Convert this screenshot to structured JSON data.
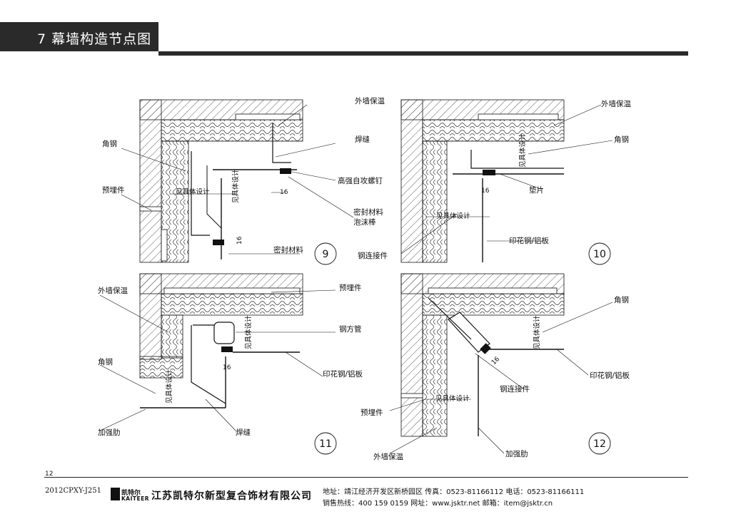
{
  "header": {
    "title": "7 幕墙构造节点图"
  },
  "details": [
    {
      "number": "9",
      "labels": {
        "angle_steel": "角钢",
        "embedded_part": "预埋件",
        "see_design": "见具体设计",
        "see_design_v": "见具体设计",
        "exterior_insulation": "外墙保温",
        "weld": "焊缝",
        "self_tapping_screw": "高强自攻螺钉",
        "sealant_foam": "密封材料",
        "foam_rod": "泡沫棒",
        "sealant": "密封材料",
        "dim_a": "16",
        "dim_b": "16"
      }
    },
    {
      "number": "10",
      "labels": {
        "exterior_insulation": "外墙保温",
        "angle_steel": "角钢",
        "see_design_v": "见具体设计",
        "spacer": "垫片",
        "see_design": "见具体设计",
        "pressed_panel": "印花钢/铝板",
        "steel_connector": "钢连接件",
        "dim_a": "16"
      }
    },
    {
      "number": "11",
      "labels": {
        "exterior_insulation": "外墙保温",
        "embedded_part": "预埋件",
        "steel_tube": "钢方管",
        "see_design_v": "见具体设计",
        "pressed_panel": "印花钢/铝板",
        "angle_steel": "角钢",
        "see_design_v2": "见具体设计",
        "stiffener": "加强肋",
        "weld": "焊缝",
        "dim_a": "16"
      }
    },
    {
      "number": "12",
      "labels": {
        "angle_steel": "角钢",
        "see_design_v": "见具体设计",
        "pressed_panel": "印花钢/铝板",
        "steel_connector": "钢连接件",
        "see_design": "见具体设计",
        "embedded_part": "预埋件",
        "exterior_insulation": "外墙保温",
        "stiffener": "加强肋",
        "dim_a": "16"
      }
    }
  ],
  "footer": {
    "page_number": "12",
    "code": "2012CPXY-J251",
    "logo_cn": "凯特尔",
    "logo_en": "KAITEER",
    "company": "江苏凯特尔新型复合饰材有限公司",
    "address": "地址：靖江经济开发区新桥园区    传真：0523-81166112    电话：0523-81166111",
    "sales": "销售热线：400 159 0159    网址：www.jsktr.net    邮箱：item@jsktr.cn"
  }
}
